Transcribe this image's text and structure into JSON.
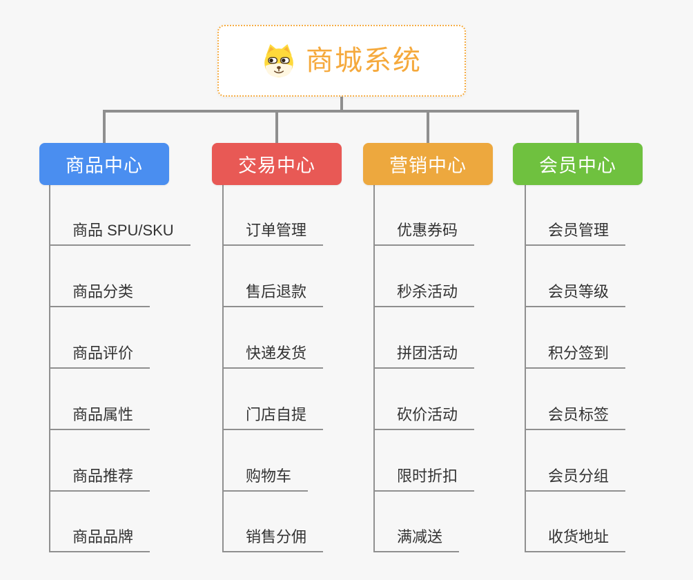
{
  "app": {
    "background_color": "#F7F7F7",
    "connector_color": "#8F8F8F",
    "leaf_text_color": "#333333"
  },
  "root": {
    "title": "商城系统",
    "icon": "dog-face-icon",
    "text_color": "#F5A93C",
    "border_color": "#F6AD44"
  },
  "branches": [
    {
      "id": "product-center",
      "label": "商品中心",
      "color": "#4A8EF0",
      "children": [
        "商品 SPU/SKU",
        "商品分类",
        "商品评价",
        "商品属性",
        "商品推荐",
        "商品品牌"
      ]
    },
    {
      "id": "trade-center",
      "label": "交易中心",
      "color": "#E85955",
      "children": [
        "订单管理",
        "售后退款",
        "快递发货",
        "门店自提",
        "购物车",
        "销售分佣"
      ]
    },
    {
      "id": "marketing-center",
      "label": "营销中心",
      "color": "#EDA83E",
      "children": [
        "优惠券码",
        "秒杀活动",
        "拼团活动",
        "砍价活动",
        "限时折扣",
        "满减送"
      ]
    },
    {
      "id": "member-center",
      "label": "会员中心",
      "color": "#6FC13F",
      "children": [
        "会员管理",
        "会员等级",
        "积分签到",
        "会员标签",
        "会员分组",
        "收货地址"
      ]
    }
  ]
}
